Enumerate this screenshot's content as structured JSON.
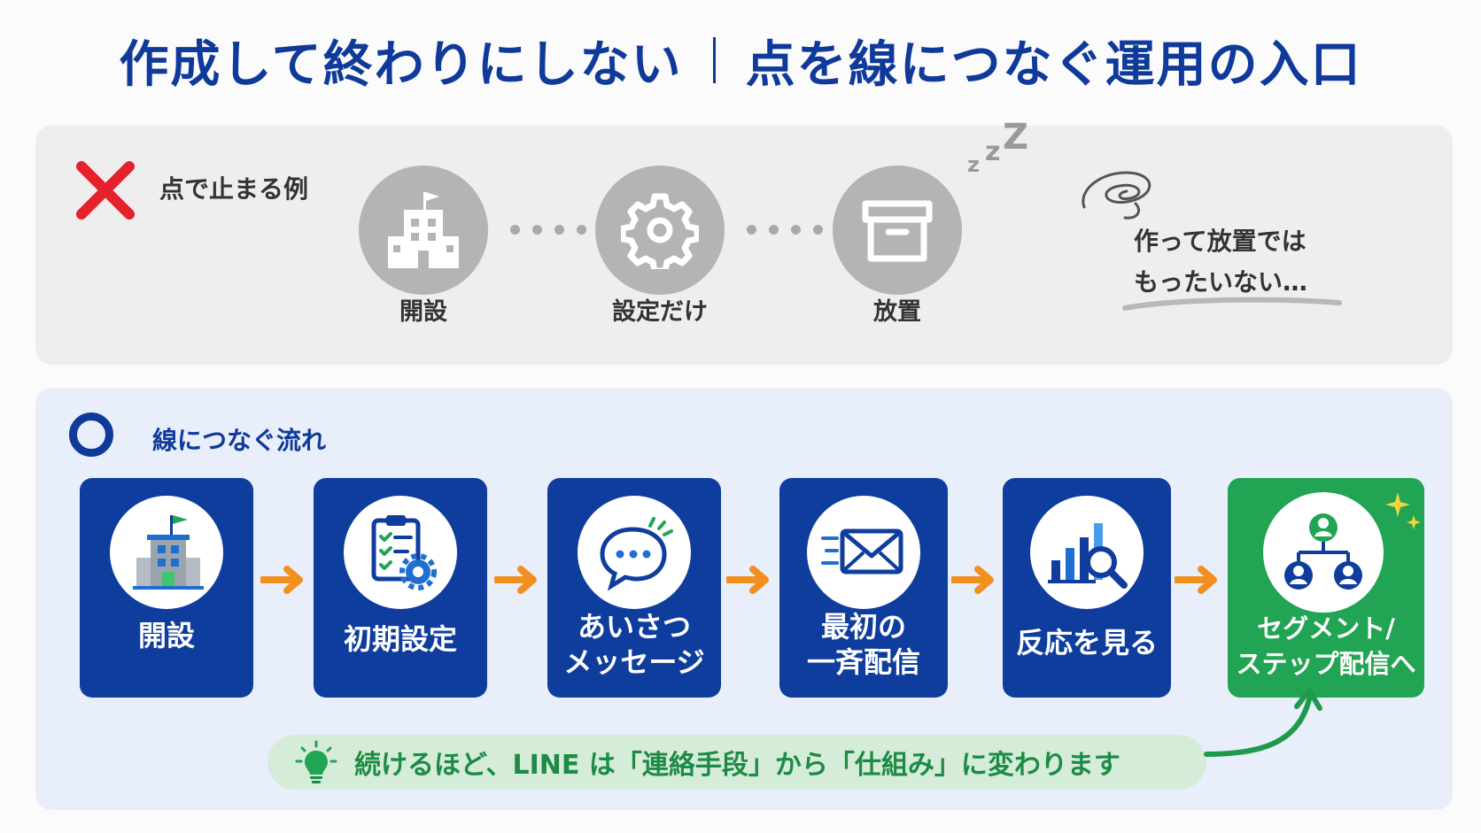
{
  "title": {
    "left": "作成して終わりにしない",
    "right": "点を線につなぐ運用の入口"
  },
  "bad_example": {
    "label": "点で止まる例",
    "steps": [
      {
        "label": "開設",
        "icon": "building-icon"
      },
      {
        "label": "設定だけ",
        "icon": "gear-icon"
      },
      {
        "label": "放置",
        "icon": "box-icon"
      }
    ],
    "sleep_text": [
      "Z",
      "z",
      "z"
    ],
    "note_line1": "作って放置では",
    "note_line2": "もったいない…"
  },
  "good_example": {
    "label": "線につなぐ流れ",
    "steps": [
      {
        "line1": "開設",
        "line2": "",
        "icon": "building-flag-icon"
      },
      {
        "line1": "初期設定",
        "line2": "",
        "icon": "checklist-gear-icon"
      },
      {
        "line1": "あいさつ",
        "line2": "メッセージ",
        "icon": "chat-bubble-icon"
      },
      {
        "line1": "最初の",
        "line2": "一斉配信",
        "icon": "envelope-icon"
      },
      {
        "line1": "反応を見る",
        "line2": "",
        "icon": "bar-chart-search-icon"
      },
      {
        "line1": "セグメント/",
        "line2": "ステップ配信へ",
        "icon": "segment-users-icon"
      }
    ],
    "tip": "続けるほど、LINE は「連絡手段」から「仕組み」に変わります"
  },
  "colors": {
    "navy": "#0f3d9e",
    "green": "#21a453",
    "orange": "#f2901f",
    "red": "#e5212b"
  }
}
